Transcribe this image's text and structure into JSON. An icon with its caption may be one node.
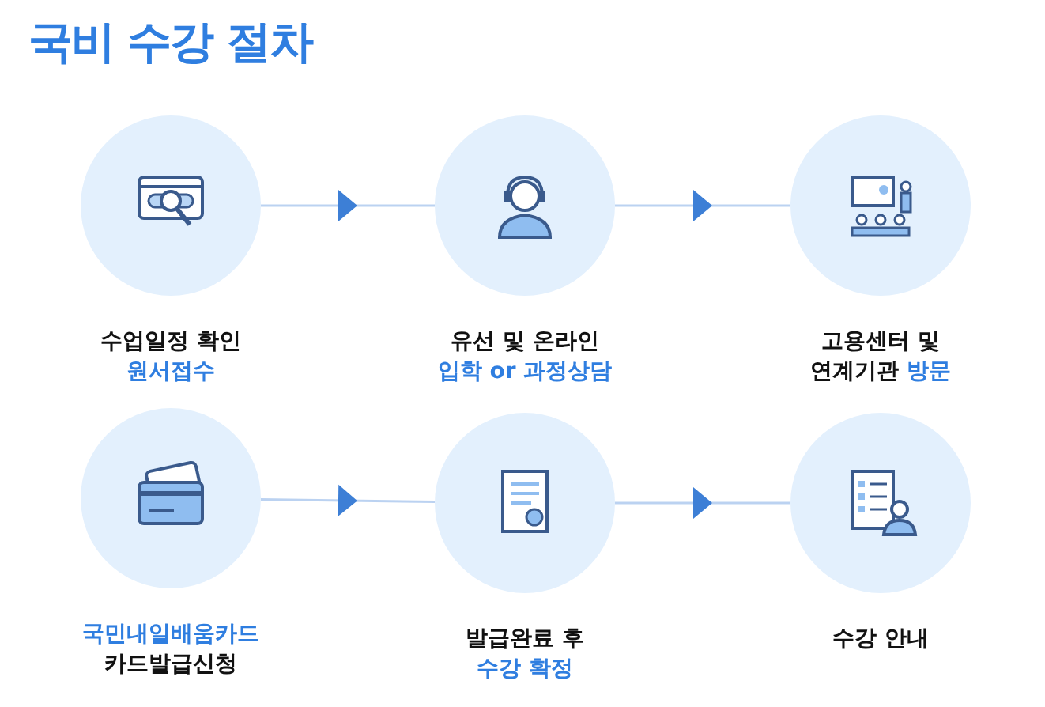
{
  "diagram": {
    "title": "국비 수강 절차",
    "nodes": [
      {
        "text": [
          "수업일정 확인",
          "원서접수"
        ]
      },
      {
        "text": [
          "유선 및 온라인",
          "입학 or 과정상담"
        ]
      },
      {
        "text": [
          "고용센터 및",
          "연계기관",
          "방문"
        ]
      },
      {
        "text": [
          "국민내일배움카드",
          "카드발급신청"
        ]
      },
      {
        "text": [
          "발급완료 후",
          "수강 확정"
        ]
      },
      {
        "text": [
          "수강 안내"
        ]
      }
    ],
    "edges": [
      {
        "from": 0,
        "to": 1,
        "arrow": "to"
      },
      {
        "from": 1,
        "to": 2,
        "arrow": "to"
      },
      {
        "from": 3,
        "to": 4,
        "arrow": "to"
      },
      {
        "from": 4,
        "to": 5,
        "arrow": "to"
      }
    ]
  }
}
